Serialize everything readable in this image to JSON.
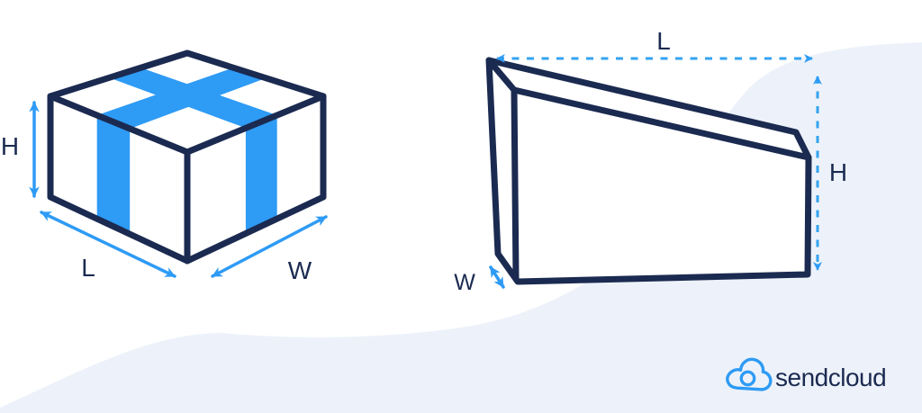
{
  "colors": {
    "background": "#FFFFFF",
    "navy": "#1B2A50",
    "blue": "#2E9BF5",
    "dashblue": "#34A3F0",
    "wave": "#EDF2FA"
  },
  "taped_box": {
    "labels": {
      "height": "H",
      "length": "L",
      "width": "W"
    }
  },
  "wedge_package": {
    "labels": {
      "length": "L",
      "height": "H",
      "width": "W"
    }
  },
  "logo": {
    "brand": "sendcloud",
    "icon": "sendcloud-cloud-icon"
  }
}
